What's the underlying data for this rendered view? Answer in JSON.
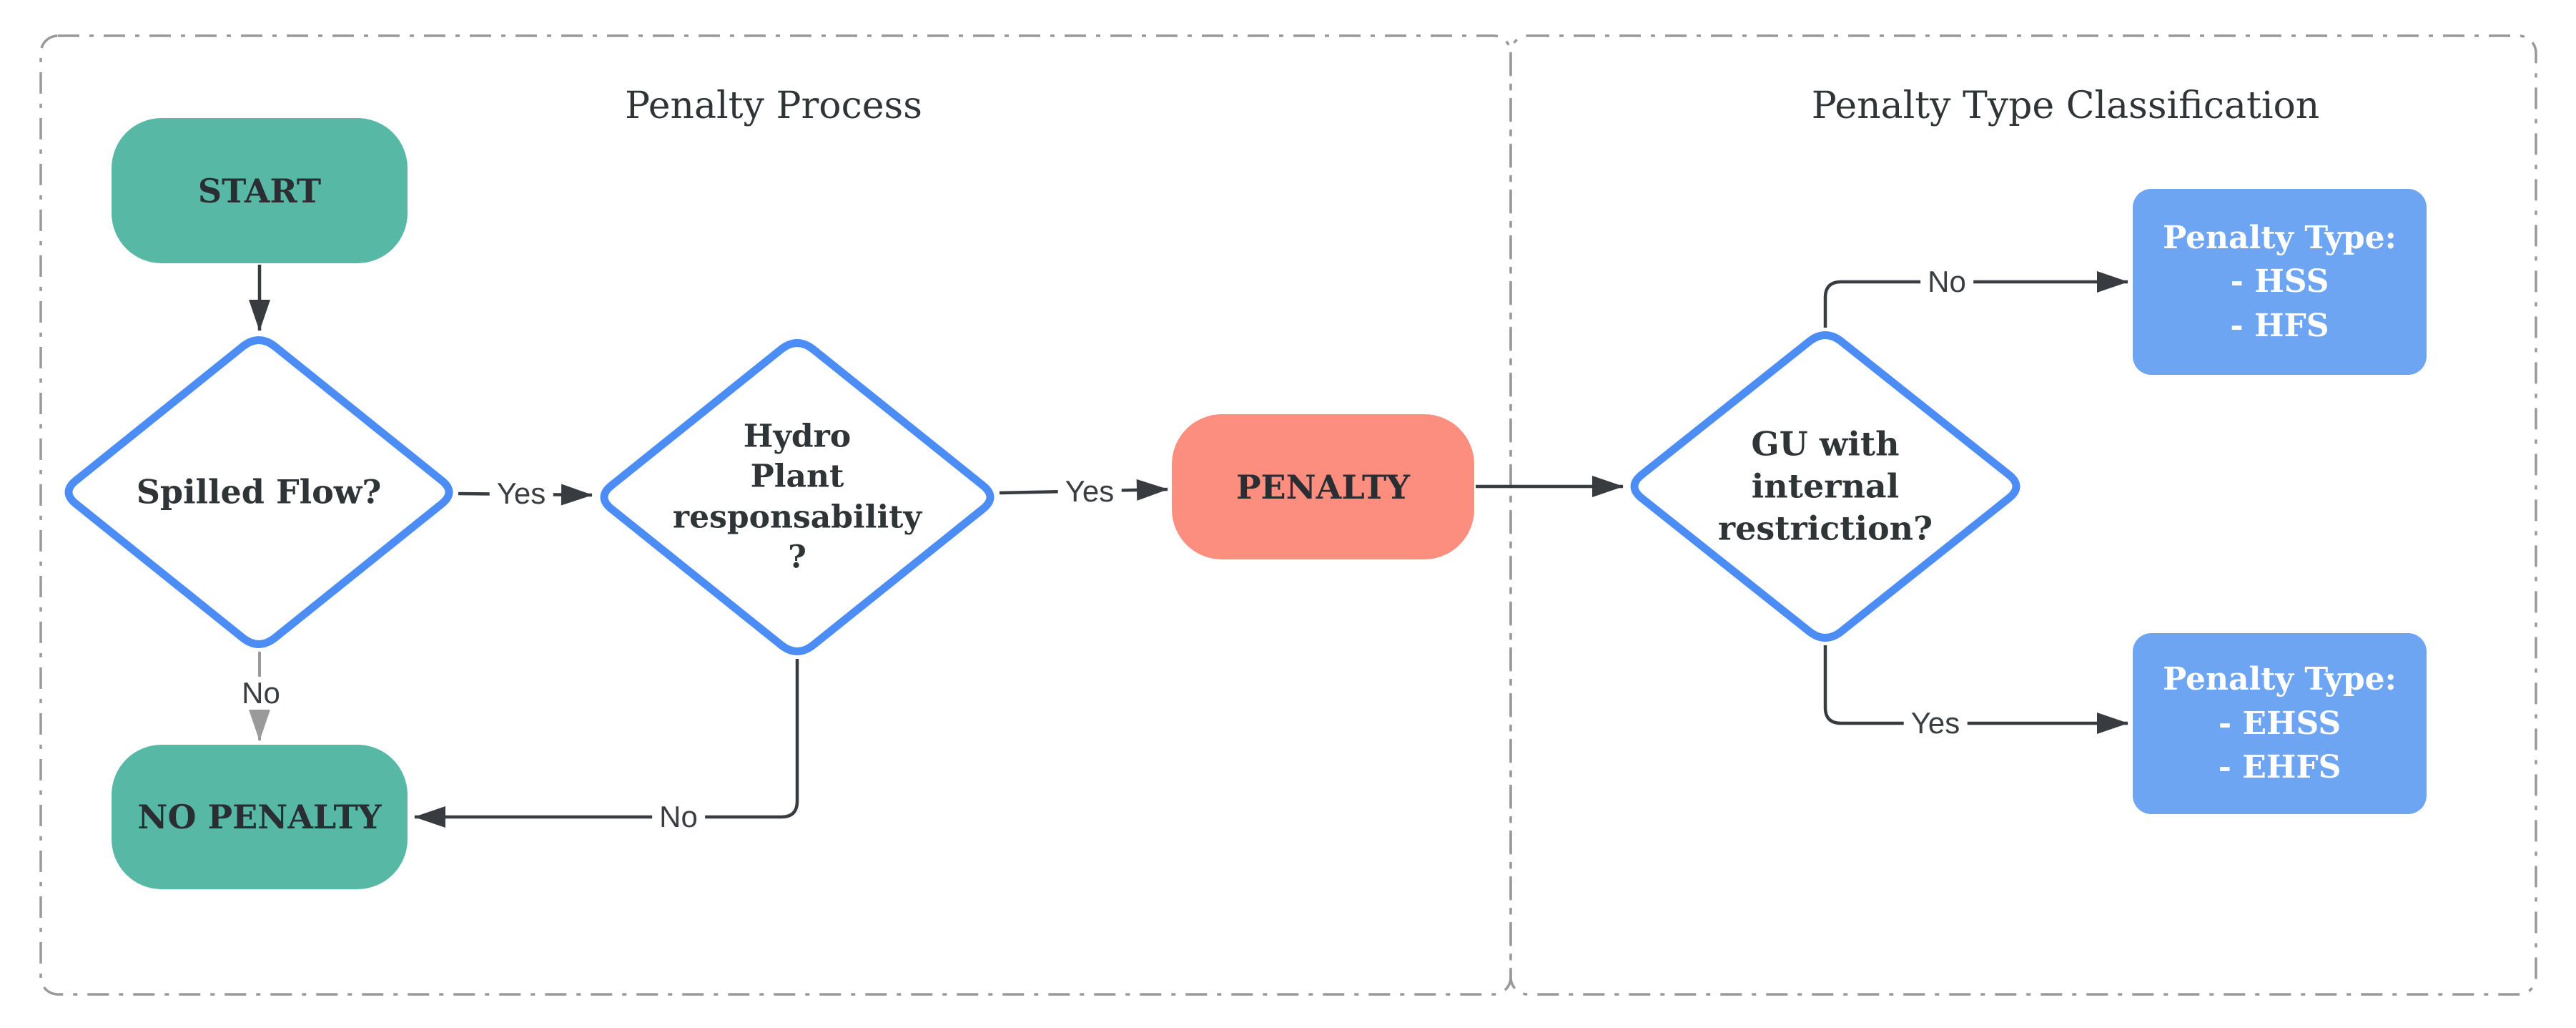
{
  "titles": {
    "left": "Penalty Process",
    "right": "Penalty Type Classification"
  },
  "nodes": {
    "start": {
      "label": "START"
    },
    "spilled_flow": {
      "label": "Spilled Flow?"
    },
    "hydro": {
      "lines": [
        "Hydro",
        "Plant",
        "responsability",
        "?"
      ]
    },
    "penalty": {
      "label": "PENALTY"
    },
    "no_penalty": {
      "label": "NO PENALTY"
    },
    "gu": {
      "lines": [
        "GU with",
        "internal",
        "restriction?"
      ]
    },
    "penalty_type_h": {
      "lines": [
        "Penalty Type:",
        "- HSS",
        "- HFS"
      ]
    },
    "penalty_type_eh": {
      "lines": [
        "Penalty Type:",
        "- EHSS",
        "- EHFS"
      ]
    }
  },
  "edge_labels": {
    "spilled_yes": "Yes",
    "spilled_no": "No",
    "hydro_yes": "Yes",
    "hydro_no": "No",
    "gu_no": "No",
    "gu_yes": "Yes"
  },
  "colors": {
    "teal": "#57b8a5",
    "salmon": "#fc8e80",
    "blue_fill": "#6ea5f2",
    "diamond_stroke": "#4c8df5",
    "edge_dark": "#383c40",
    "edge_gray": "#9a9a9a",
    "container_border": "#999999",
    "text_dark": "#2f3437",
    "text_light": "#ffffff"
  }
}
